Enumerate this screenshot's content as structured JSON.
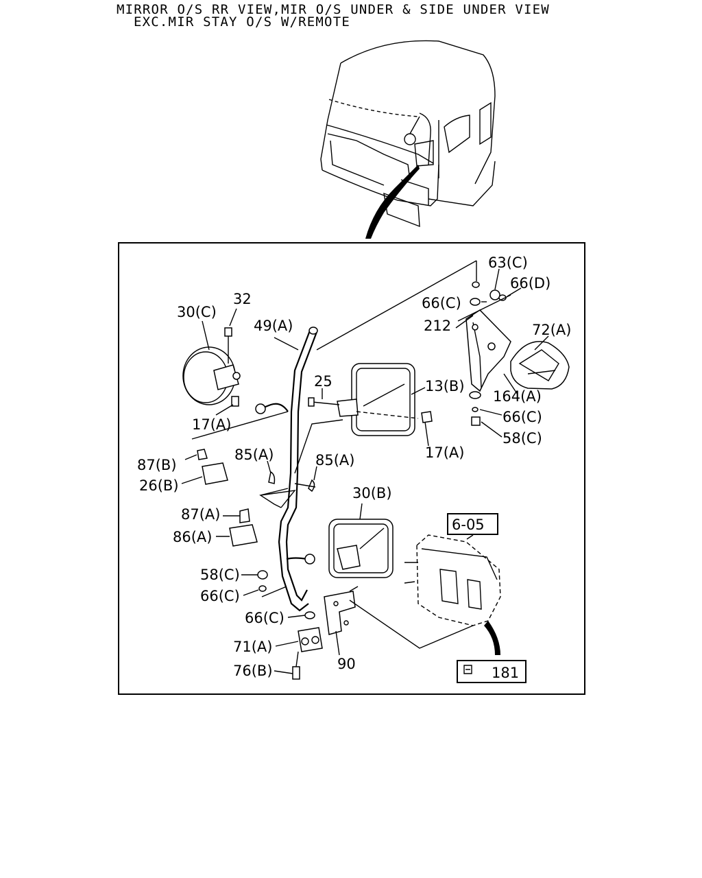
{
  "title": {
    "line1": "MIRROR O/S RR VIEW,MIR O/S UNDER & SIDE UNDER VIEW",
    "line2": "EXC.MIR STAY O/S W/REMOTE"
  },
  "callouts": {
    "p63c": "63(C)",
    "p66d": "66(D)",
    "p66c_top": "66(C)",
    "p212": "212",
    "p72a": "72(A)",
    "p164a": "164(A)",
    "p66c_right": "66(C)",
    "p58c_right": "58(C)",
    "p32": "32",
    "p30c": "30(C)",
    "p49a": "49(A)",
    "p25": "25",
    "p13b": "13(B)",
    "p17a_left": "17(A)",
    "p17a_right": "17(A)",
    "p87b": "87(B)",
    "p26b": "26(B)",
    "p85a_left": "85(A)",
    "p85a_right": "85(A)",
    "p30b": "30(B)",
    "p87a": "87(A)",
    "p86a": "86(A)",
    "p58c_left": "58(C)",
    "p66c_left": "66(C)",
    "p66c_low": "66(C)",
    "p71a": "71(A)",
    "p76b": "76(B)",
    "p90": "90"
  },
  "boxes": {
    "ref_605": "6-05",
    "ref_181": "181"
  },
  "colors": {
    "line": "#000000",
    "background": "#ffffff"
  }
}
